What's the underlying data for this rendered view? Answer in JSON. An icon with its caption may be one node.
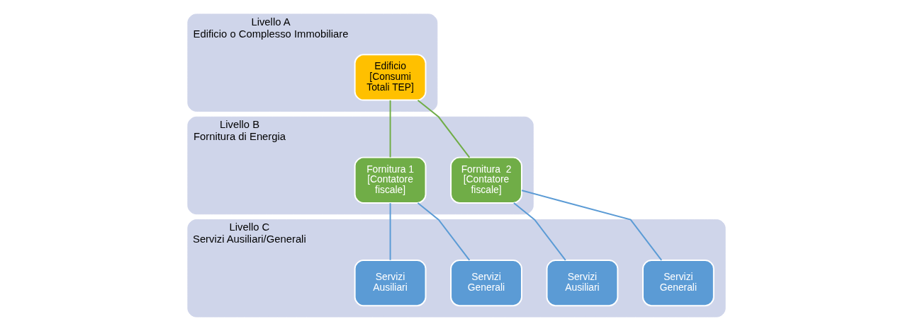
{
  "diagram": {
    "nodes": [
      {
        "text": [
          "Livello A",
          "Edificio o Complesso Immobiliare"
        ]
      },
      {
        "text": [
          "Edificio [Consumi Totali TEP]"
        ],
        "in": 0
      },
      {
        "text": [
          "Livello B",
          "Fornitura di Energia"
        ]
      },
      {
        "text": [
          "Fornitura 1 [Contatore fiscale]"
        ],
        "in": 2
      },
      {
        "text": [
          "Fornitura  2 [Contatore fiscale]"
        ],
        "in": 2
      },
      {
        "text": [
          "Livello C",
          "Servizi Ausiliari/Generali"
        ]
      },
      {
        "text": [
          "Servizi Ausiliari"
        ],
        "in": 5
      },
      {
        "text": [
          "Servizi Generali"
        ],
        "in": 5
      },
      {
        "text": [
          "Servizi Ausiliari"
        ],
        "in": 5
      },
      {
        "text": [
          "Servizi Generali"
        ],
        "in": 5
      }
    ],
    "edges": [
      {
        "from": 1,
        "to": 3,
        "arrow": "none",
        "color": "#70ad47"
      },
      {
        "from": 1,
        "to": 4,
        "arrow": "none",
        "color": "#70ad47"
      },
      {
        "from": 3,
        "to": 6,
        "arrow": "none"
      },
      {
        "from": 3,
        "to": 7,
        "arrow": "none"
      },
      {
        "from": 4,
        "to": 8,
        "arrow": "none"
      },
      {
        "from": 4,
        "to": 9,
        "arrow": "none"
      }
    ]
  }
}
